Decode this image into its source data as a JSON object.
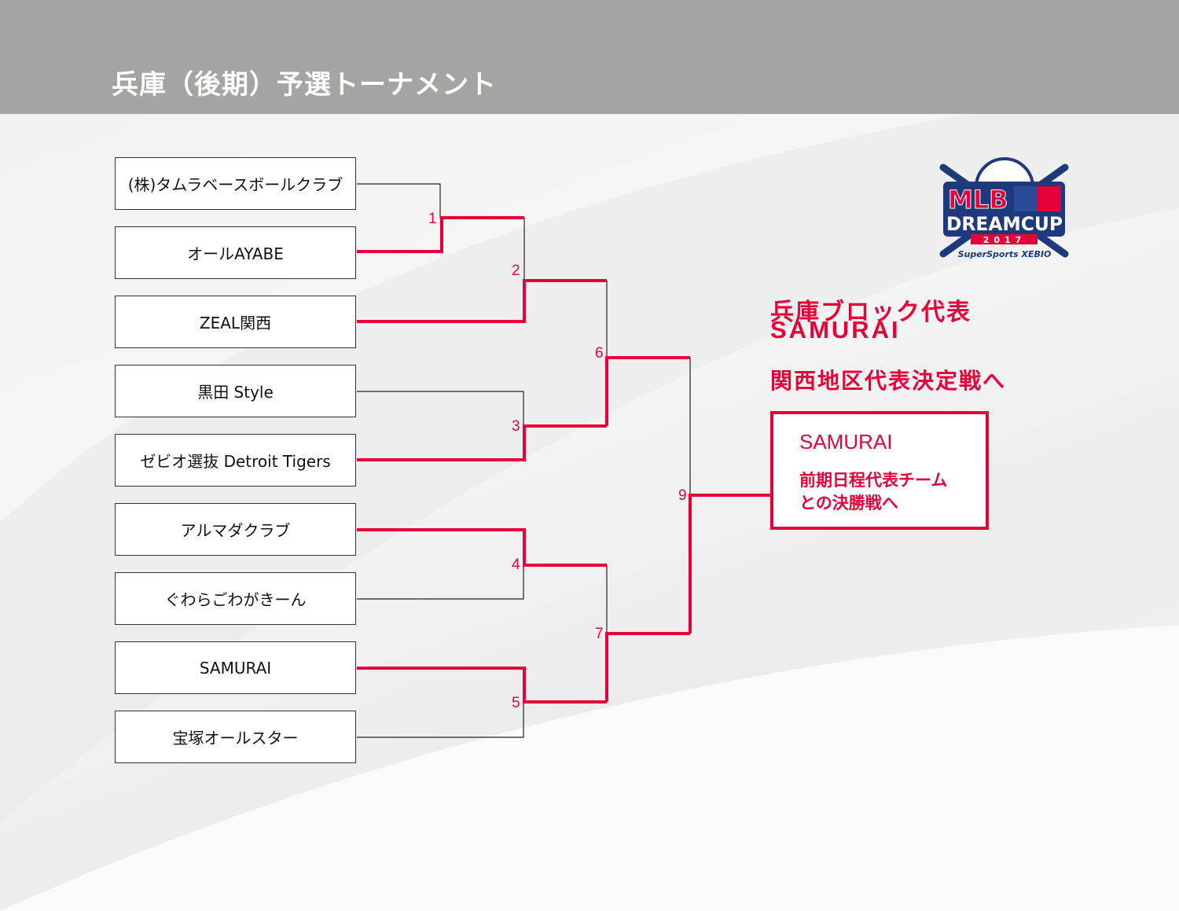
{
  "header": {
    "title": "兵庫（後期）予選トーナメント"
  },
  "teams": [
    "(株)タムラベースボールクラブ",
    "オールAYABE",
    "ZEAL関西",
    "黒田 Style",
    "ゼビオ選抜 Detroit Tigers",
    "アルマダクラブ",
    "ぐわらごわがきーん",
    "SAMURAI",
    "宝塚オールスター"
  ],
  "matches": [
    "1",
    "2",
    "3",
    "4",
    "5",
    "6",
    "7",
    "9"
  ],
  "representative": {
    "line1": "兵庫ブロック代表",
    "line2": "SAMURAI",
    "line3": "関西地区代表決定戦へ"
  },
  "result": {
    "team": "SAMURAI",
    "note1": "前期日程代表チーム",
    "note2": "との決勝戦へ"
  },
  "logo": {
    "text1": "MLB",
    "text2": "DREAMCUP",
    "year": "2017",
    "sponsor": "SuperSports XEBIO"
  },
  "colors": {
    "accent": "#e5003a",
    "header": "#a4a4a3"
  }
}
